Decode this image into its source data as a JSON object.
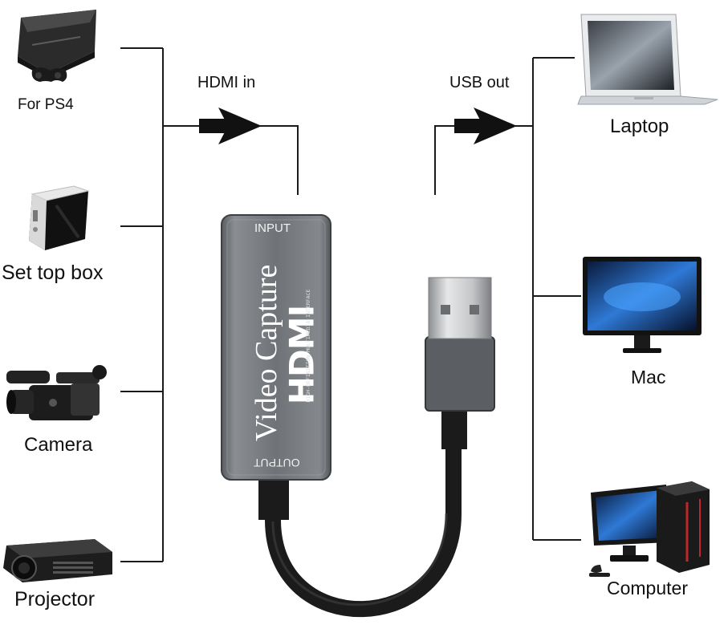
{
  "sources": {
    "ps4": "For PS4",
    "set_top_box": "Set top box",
    "camera": "Camera",
    "projector": "Projector"
  },
  "arrows": {
    "input": "HDMI in",
    "output": "USB out"
  },
  "targets": {
    "laptop": "Laptop",
    "mac": "Mac",
    "computer": "Computer"
  },
  "device": {
    "input_port": "INPUT",
    "output_port": "OUTPUT",
    "product_name": "Video Capture",
    "logo_text": "HDMI",
    "logo_subtitle": "HIGH-DEFINITION MULTIMEDIA INTERFACE"
  },
  "colors": {
    "line": "#1a1a1a",
    "device_body": "#6e7276",
    "cable": "#1b1b1b",
    "usb_metal": "#c9cbcc"
  }
}
